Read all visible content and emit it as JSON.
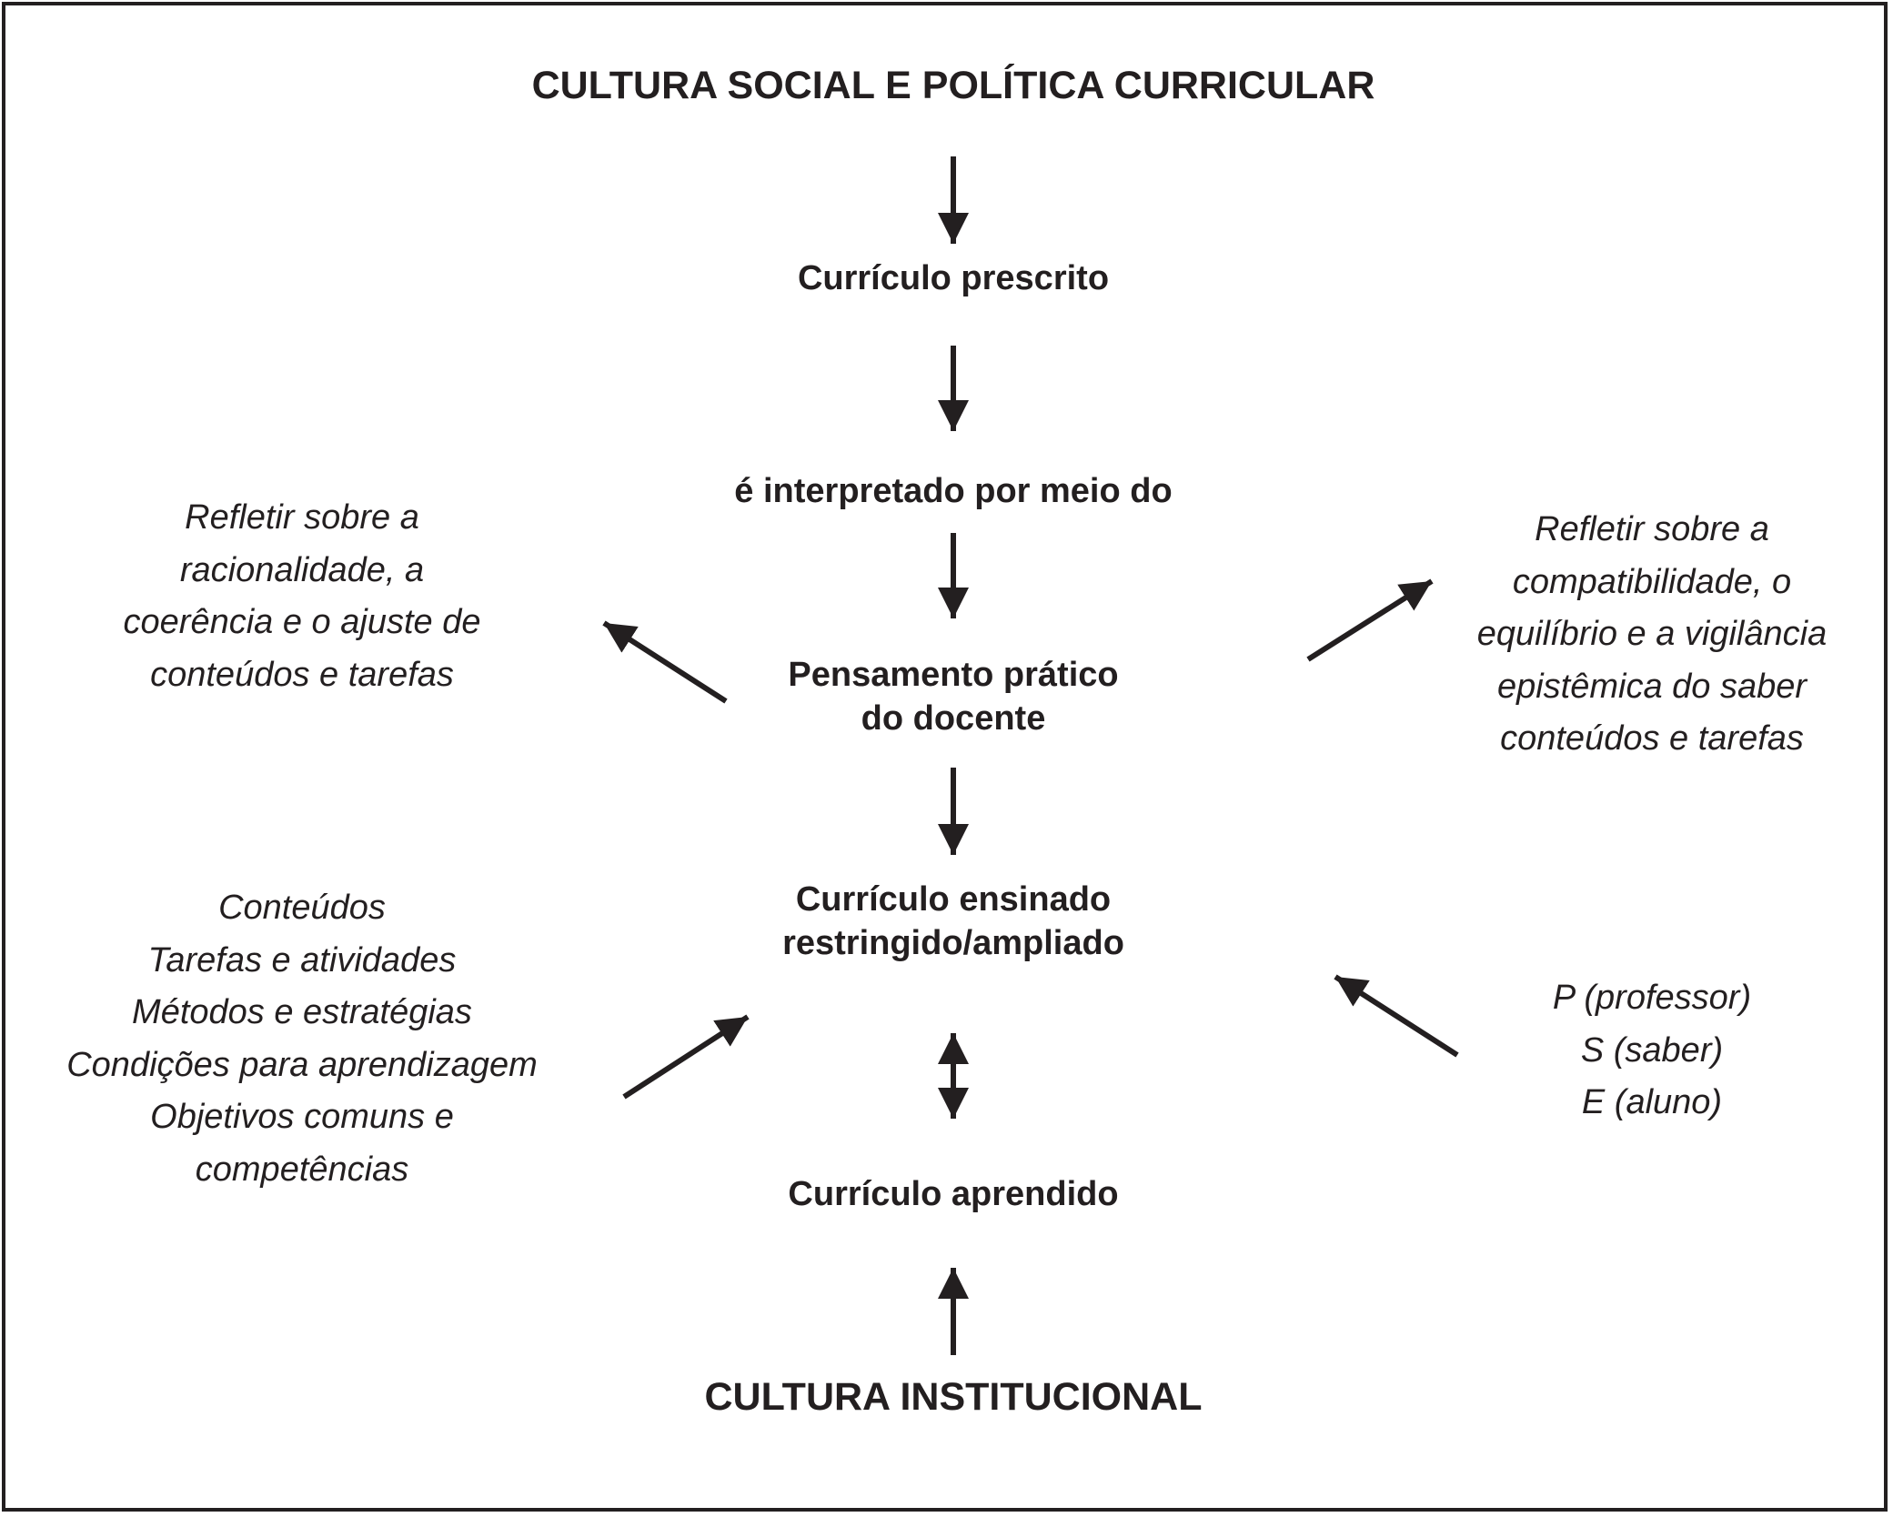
{
  "diagram": {
    "top_title": "CULTURA SOCIAL E POLÍTICA CURRICULAR",
    "bottom_title": "CULTURA INSTITUCIONAL",
    "nodes": {
      "prescribed": "Currículo prescrito",
      "interpreted": "é interpretado por meio do",
      "practical_line1": "Pensamento prático",
      "practical_line2": "do docente",
      "taught_line1": "Currículo ensinado",
      "taught_line2": "restringido/ampliado",
      "learned": "Currículo aprendido"
    },
    "left_upper_note": [
      "Refletir sobre a",
      "racionalidade, a",
      "coerência e o ajuste de",
      "conteúdos e tarefas"
    ],
    "right_upper_note": [
      "Refletir sobre a",
      "compatibilidade, o",
      "equilíbrio e a vigilância",
      "epistêmica do saber",
      "conteúdos e tarefas"
    ],
    "left_lower_note": [
      "Conteúdos",
      "Tarefas e atividades",
      "Métodos e estratégias",
      "Condições para aprendizagem",
      "Objetivos comuns e",
      "competências"
    ],
    "right_lower_note": [
      "P (professor)",
      "S (saber)",
      "E (aluno)"
    ]
  },
  "colors": {
    "ink": "#231f20",
    "background": "#ffffff"
  }
}
